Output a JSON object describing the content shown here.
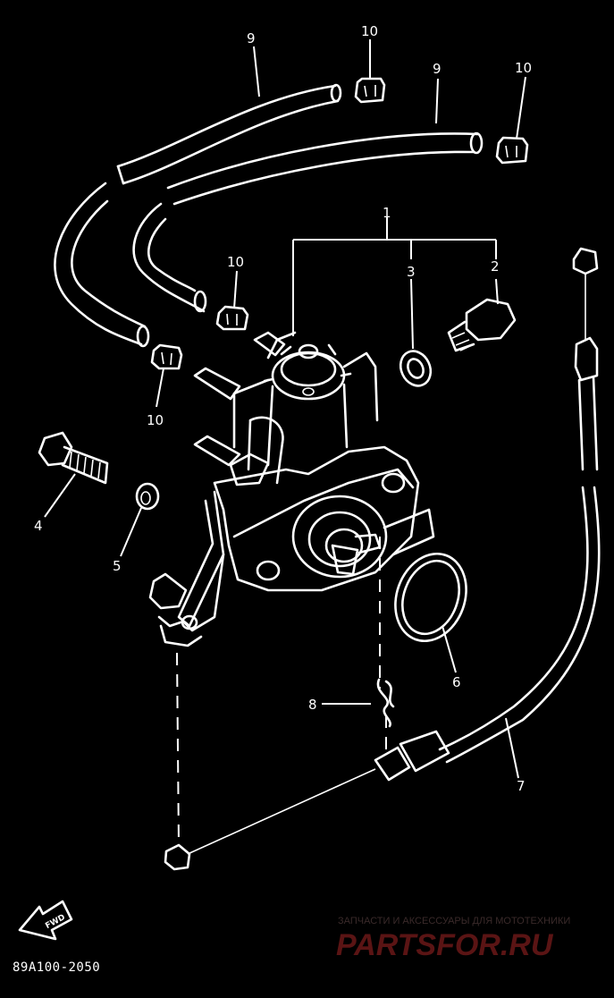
{
  "diagram": {
    "drawing_code": "89A100-2050",
    "fwd_label": "FWD",
    "labels": {
      "p1": "1",
      "p2": "2",
      "p3": "3",
      "p4": "4",
      "p5": "5",
      "p6": "6",
      "p7": "7",
      "p8": "8",
      "p9a": "9",
      "p9b": "9",
      "p10a": "10",
      "p10b": "10",
      "p10c": "10",
      "p10d": "10"
    }
  },
  "watermark": {
    "tagline": "ЗАПЧАСТИ И АКСЕССУАРЫ ДЛЯ МОТОТЕХНИКИ",
    "brand": "PARTSFOR.RU"
  },
  "colors": {
    "background": "#000000",
    "lines": "#ffffff",
    "watermark": "#5a1414"
  }
}
